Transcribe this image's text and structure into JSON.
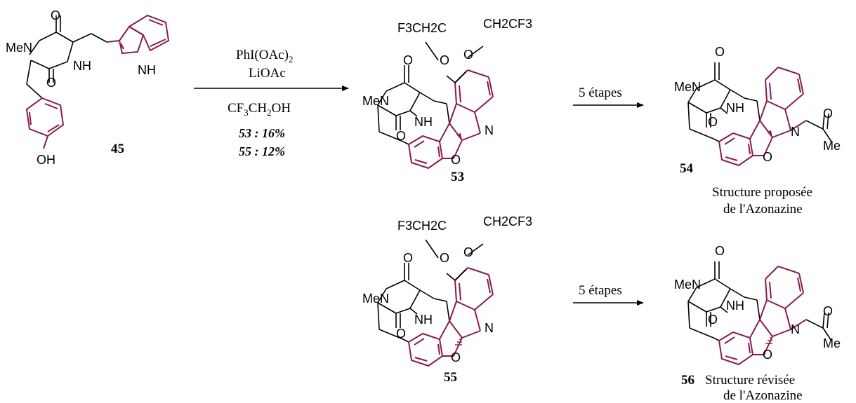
{
  "compounds": {
    "c45": "45",
    "c53": "53",
    "c54": "54",
    "c55": "55",
    "c56": "56"
  },
  "reaction1": {
    "reagent1_main": "PhI(OAc)",
    "reagent1_sub": "2",
    "reagent2": "LiOAc",
    "solvent_a": "CF",
    "solvent_a_sub": "3",
    "solvent_b": "CH",
    "solvent_b_sub": "2",
    "solvent_c": "OH",
    "yield_53": "53 : 16%",
    "yield_55": "55 : 12%"
  },
  "reaction2": {
    "label": "5 étapes"
  },
  "reaction3": {
    "label": "5 étapes"
  },
  "captions": {
    "proposed_line1": "Structure proposée",
    "proposed_line2": "de l'Azonazine",
    "revised_line1": "Structure révisée",
    "revised_line2": "de l'Azonazine"
  },
  "atoms": {
    "O": "O",
    "N": "N",
    "NH": "NH",
    "MeN": "MeN",
    "OH": "OH",
    "Me": "Me",
    "F3CH2C": "F3CH2C",
    "CH2CF3": "CH2CF3"
  },
  "colors": {
    "highlight": "#8b1a4f",
    "bond": "#000000"
  }
}
